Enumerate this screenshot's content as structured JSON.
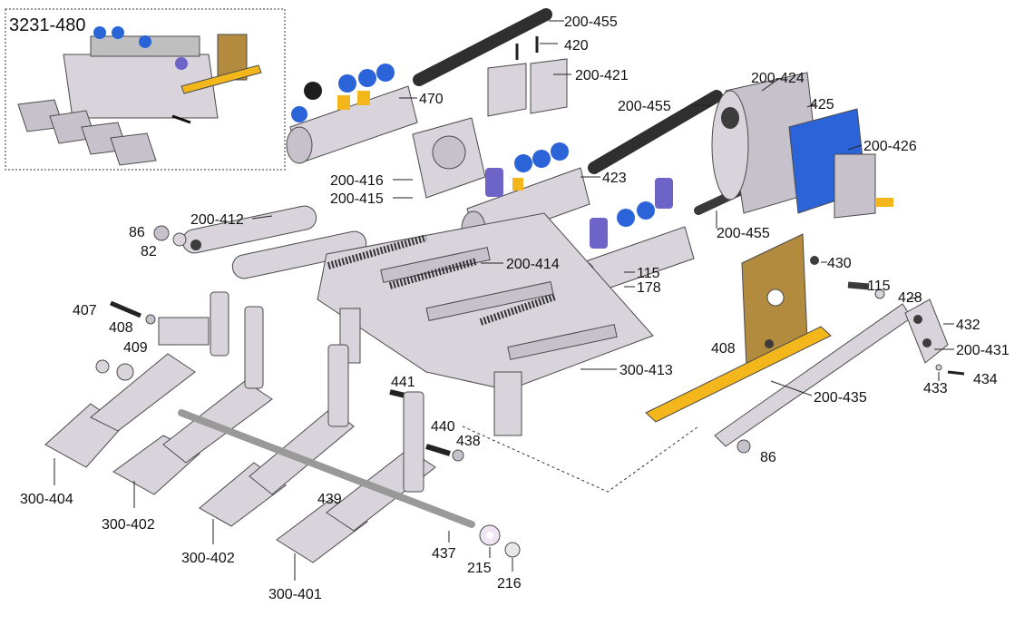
{
  "inset": {
    "title": "3231-480"
  },
  "labels": {
    "p200_455_a": "200-455",
    "p420": "420",
    "p200_421": "200-421",
    "p470": "470",
    "p200_424": "200-424",
    "p425": "425",
    "p200_455_b": "200-455",
    "p200_426": "200-426",
    "p200_416": "200-416",
    "p200_415": "200-415",
    "p423": "423",
    "p200_455_c": "200-455",
    "p86_a": "86",
    "p200_412": "200-412",
    "p82": "82",
    "p200_414": "200-414",
    "p430": "430",
    "p115_a": "115",
    "p115_b": "115",
    "p178": "178",
    "p428": "428",
    "p432": "432",
    "p200_431": "200-431",
    "p407": "407",
    "p408_a": "408",
    "p409": "409",
    "p408_b": "408",
    "p300_413": "300-413",
    "p433": "433",
    "p434": "434",
    "p441": "441",
    "p200_435": "200-435",
    "p440": "440",
    "p438": "438",
    "p86_b": "86",
    "p300_404": "300-404",
    "p300_402_a": "300-402",
    "p439": "439",
    "p300_402_b": "300-402",
    "p437": "437",
    "p215": "215",
    "p216": "216",
    "p300_401": "300-401"
  },
  "colors": {
    "metal": "#d9d4dc",
    "bracket": "#b38b3e",
    "bar": "#f3b71b",
    "fitting": "#2b63d9",
    "motor_cover": "#2b63d9"
  }
}
